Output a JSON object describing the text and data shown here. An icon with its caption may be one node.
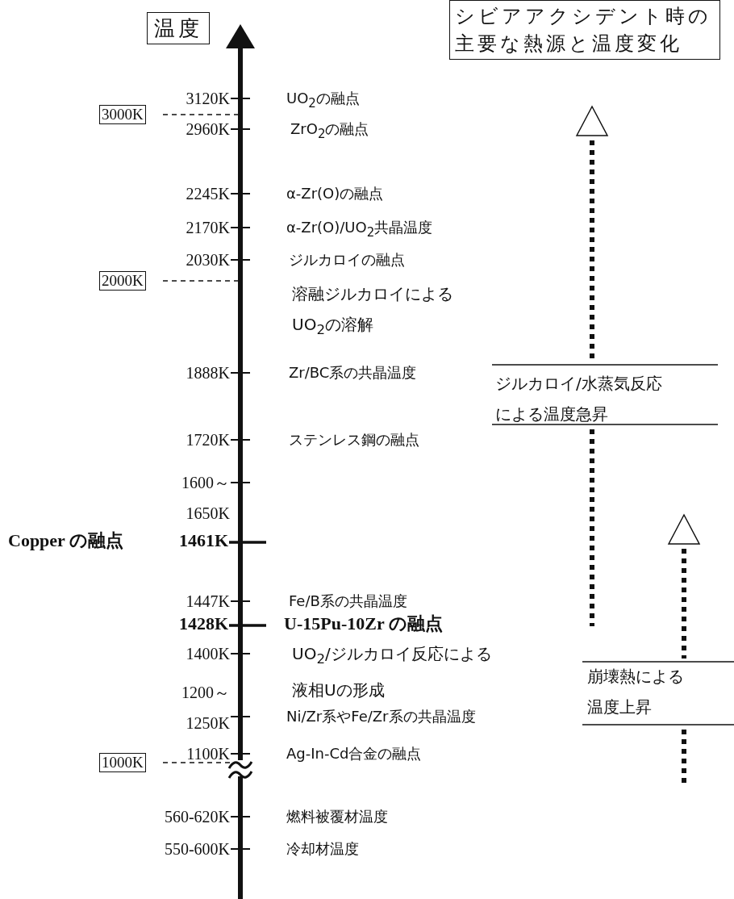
{
  "diagram": {
    "title": "シビアアクシデント時の主要な熱源と温度変化",
    "labels": [
      "温度",
      "3120K",
      "UO$_{2}$の融点",
      "3000K",
      "2960K",
      "ZrO$_{2}$の融点",
      "2245K",
      "α-Zr(O)の融点",
      "2170K",
      "α-Zr(O)/UO$_{2}$共晶温度",
      "2030K",
      "ジルカロイの融点",
      "2000K",
      "溶融ジルカロイによるUO$_{2}$の溶解",
      "1888K",
      "Zr/BC系の共晶温度",
      "ジルカロイ/水蒸気反応による温度急昇",
      "1720K",
      "ステンレス鋼の融点",
      "1600～1650K",
      "Copper の融点",
      "1461K",
      "1447K",
      "Fe/B系の共晶温度",
      "1428K",
      "U-15Pu-10Zr の融点",
      "1400K",
      "UO$_{2}$/ジルカロイ反応による液相Uの形成",
      "1200～1250K",
      "Ni/Zr系やFe/Zr系の共晶温度",
      "崩壊熱による温度上昇",
      "1100K",
      "Ag-In-Cd合金の融点",
      "1000K",
      "560-620K",
      "燃料被覆材温度",
      "550-600K",
      "冷却材温度"
    ]
  }
}
